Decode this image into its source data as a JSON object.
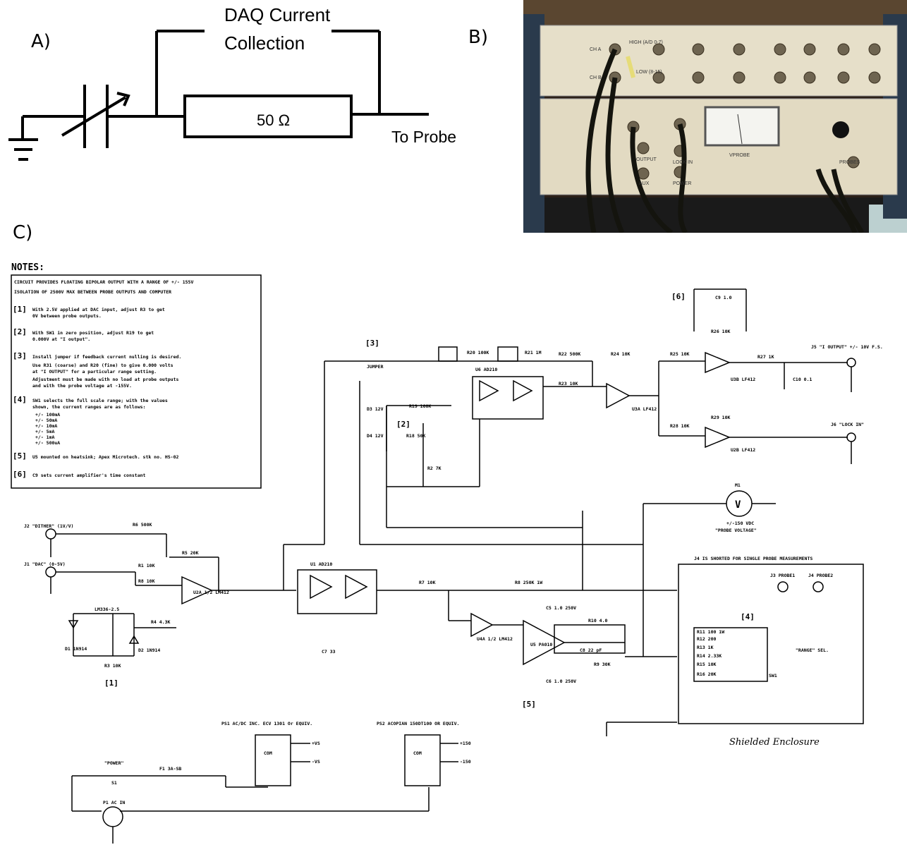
{
  "panels": {
    "a": "A)",
    "b": "B)",
    "c": "C)"
  },
  "diagramA": {
    "daq_line1": "DAQ Current",
    "daq_line2": "Collection",
    "resistor": "50 Ω",
    "to_probe": "To Probe"
  },
  "notes": {
    "title": "NOTES:",
    "line1": "CIRCUIT PROVIDES FLOATING BIPOLAR OUTPUT WITH A RANGE OF +/- 155V",
    "line2": "ISOLATION OF 2500V MAX BETWEEN PROBE OUTPUTS AND COMPUTER",
    "n1_tag": "[1]",
    "n1a": "With 2.5V applied at DAC input, adjust R3 to get",
    "n1b": "0V between probe outputs.",
    "n2_tag": "[2]",
    "n2a": "With SW1 in zero position, adjust R19 to get",
    "n2b": "0.000V at \"I output\".",
    "n3_tag": "[3]",
    "n3a": "Install jumper if feedback current nulling is desired.",
    "n3b": "Use R31 (coarse) and R20 (fine) to give 0.000 volts",
    "n3c": "at \"I OUTPUT\" for a particular range setting.",
    "n3d": "Adjustment must be made with no load at probe outputs",
    "n3e": "and with the probe voltage at -155V.",
    "n4_tag": "[4]",
    "n4a": "SW1 selects the full scale range; with the values",
    "n4b": "shown, the current ranges are as follows:",
    "ranges": [
      "+/- 100mA",
      "+/- 50mA",
      "+/- 10mA",
      "+/- 5mA",
      "+/- 1mA",
      "+/- 500uA"
    ],
    "n5_tag": "[5]",
    "n5": "U5 mounted on heatsink; Apex Microtech. stk no. HS-02",
    "n6_tag": "[6]",
    "n6": "C9 sets current amplifier's time constant"
  },
  "schematic": {
    "dither_label": "J2 \"DITHER\" (1V/V)",
    "dac_label": "J1 \"DAC\" (0-5V)",
    "r6": "R6 500K",
    "r5": "R5 20K",
    "r1": "R1 10K",
    "r8": "R8 10K",
    "r4": "R4 4.3K",
    "u2a": "U2A 1/2 LM412",
    "d1": "D1 1N914",
    "d2": "D2 1N914",
    "r3": "R3 10K",
    "lm": "LM336-2.5",
    "tag1": "[1]",
    "u1": "U1 AD210",
    "c7": "C7 33",
    "r7": "R7 10K",
    "r8b": "R8 250K 1W",
    "u4a": "U4A 1/2 LM412",
    "u5": "U5 PA010",
    "c5": "C5 1.0 250V",
    "c6": "C6 1.0 250V",
    "r10": "R10 4.0",
    "c8": "C8 22 pF",
    "r9": "R9 30K",
    "tag5": "[5]",
    "m1": "M1",
    "m1b": "+/-150 VDC",
    "m1c": "\"PROBE VOLTAGE\"",
    "m1v": "V",
    "jumper_tag": "[3]",
    "jumper": "JUMPER",
    "r20": "R20 100K",
    "r21": "R21 1M",
    "u6": "U6 AD210",
    "r22": "R22 500K",
    "r23": "R23 10K",
    "r24": "R24 10K",
    "u3a": "U3A LF412",
    "r19": "R19 100K",
    "r18": "R18 50K",
    "d3": "D3 12V",
    "d4": "D4 12V",
    "tag2": "[2]",
    "r2": "R2 7K",
    "tag6": "[6]",
    "c9": "C9 1.0",
    "r26": "R26 10K",
    "r25": "R25 10K",
    "u3b": "U3B LF412",
    "r27": "R27 1K",
    "c10": "C10 0.1",
    "j5": "J5 \"I OUTPUT\" +/- 10V F.S.",
    "r29": "R29 10K",
    "r28": "R28 10K",
    "u2b": "U2B LF412",
    "j6": "J6 \"LOCK IN\"",
    "shorted": "J4 IS SHORTED FOR SINGLE PROBE MEASUREMENTS",
    "probe1": "J3 PROBE1",
    "probe2": "J4 PROBE2",
    "tag4": "[4]",
    "rs": [
      "R11 100 1W",
      "R12 200",
      "R13 1K",
      "R14 2.33K",
      "R15 10K",
      "R16 20K"
    ],
    "range": "\"RANGE\" SEL.",
    "sw1": "SW1",
    "shield": "Shielded Enclosure",
    "ps1": "PS1 AC/DC INC. ECV 1301 Or EQUIV.",
    "ps2": "PS2 ACOPIAN 150DT100 OR EQUIV.",
    "com": "COM",
    "vs_pos": "+VS",
    "vs_neg": "-VS",
    "p150": "+150",
    "n150": "-150",
    "power": "\"POWER\"",
    "s1": "S1",
    "f1": "F1 3A-SB",
    "p1": "P1 AC IN"
  },
  "photo": {
    "ch_a": "CH A",
    "ch_b": "CH B",
    "high": "HIGH (A/D 0-7)",
    "low": "LOW (8-15)",
    "vprobe": "VPROBE",
    "probes": "PROBES",
    "output": "OUTPUT",
    "lock_in": "LOCK IN",
    "aux": "AUX",
    "power": "POWER"
  }
}
